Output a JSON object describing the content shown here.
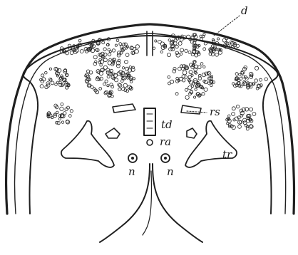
{
  "figure": {
    "labels": {
      "d": "d",
      "rs": "rs",
      "td": "td",
      "ra": "ra",
      "n_left": "n",
      "n_right": "n",
      "tr": "tr"
    }
  }
}
